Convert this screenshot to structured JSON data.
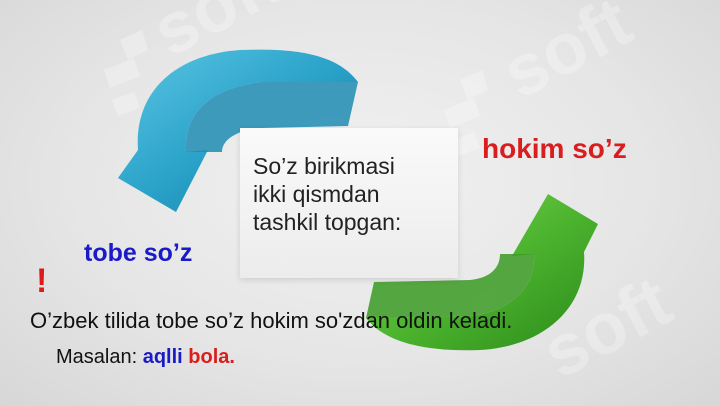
{
  "center_text": {
    "line1": "So’z birikmasi",
    "line2": "ikki qismdan",
    "line3": "tashkil topgan:"
  },
  "hokim_label": "hokim so’z",
  "tobe_label": "tobe so’z",
  "exclamation": "!",
  "rule_text": "O’zbek tilida tobe so’z hokim so'zdan oldin keladi.",
  "example": {
    "prefix": "Masalan:",
    "word_dependent": "aqlli",
    "word_head": "bola."
  },
  "watermark_text": "soft",
  "colors": {
    "hokim": "#d81e1e",
    "tobe": "#1a1ac9",
    "blue_arrow": "#2aa2c9",
    "green_arrow": "#4db52f"
  },
  "icons": [
    "curved-arrow-blue-icon",
    "curved-arrow-green-icon",
    "watermark-logo-icon"
  ]
}
